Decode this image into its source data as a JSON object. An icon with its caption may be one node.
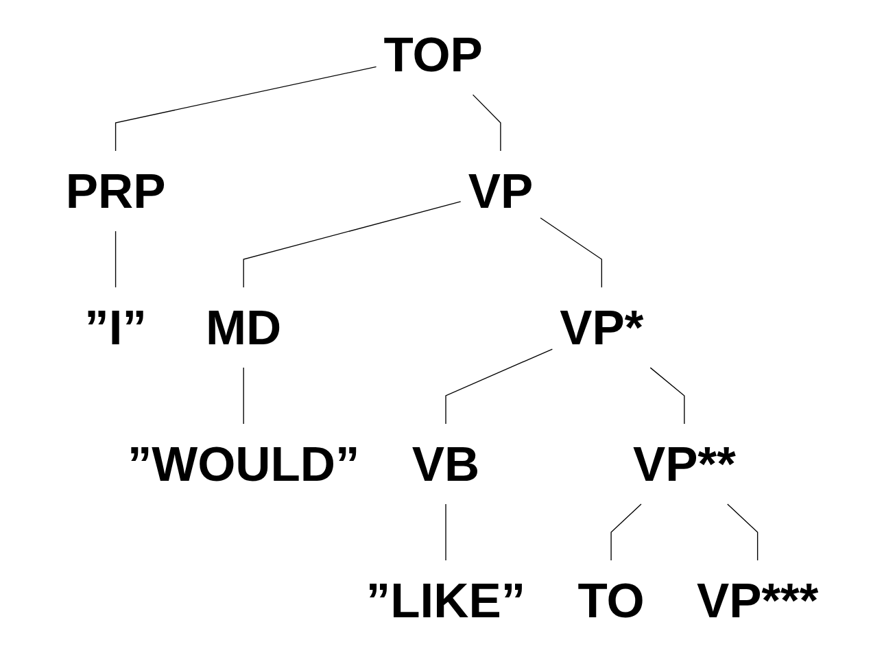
{
  "diagram": {
    "nodes": [
      {
        "text": [
          "TOP"
        ]
      },
      {
        "text": [
          "PRP"
        ]
      },
      {
        "text": [
          "VP"
        ]
      },
      {
        "text": [
          "”I”"
        ]
      },
      {
        "text": [
          "MD"
        ]
      },
      {
        "text": [
          "VP*"
        ]
      },
      {
        "text": [
          "”WOULD”"
        ]
      },
      {
        "text": [
          "VB"
        ]
      },
      {
        "text": [
          "VP**"
        ]
      },
      {
        "text": [
          "”LIKE”"
        ]
      },
      {
        "text": [
          "TO"
        ]
      },
      {
        "text": [
          "VP***"
        ]
      }
    ],
    "edges": [
      {
        "from": 0,
        "to": 1,
        "arrow": "none"
      },
      {
        "from": 0,
        "to": 2,
        "arrow": "none"
      },
      {
        "from": 1,
        "to": 3,
        "arrow": "none"
      },
      {
        "from": 2,
        "to": 4,
        "arrow": "none"
      },
      {
        "from": 2,
        "to": 5,
        "arrow": "none"
      },
      {
        "from": 4,
        "to": 6,
        "arrow": "none"
      },
      {
        "from": 5,
        "to": 7,
        "arrow": "none"
      },
      {
        "from": 5,
        "to": 8,
        "arrow": "none"
      },
      {
        "from": 7,
        "to": 9,
        "arrow": "none"
      },
      {
        "from": 8,
        "to": 10,
        "arrow": "none"
      },
      {
        "from": 8,
        "to": 11,
        "arrow": "none"
      }
    ]
  }
}
